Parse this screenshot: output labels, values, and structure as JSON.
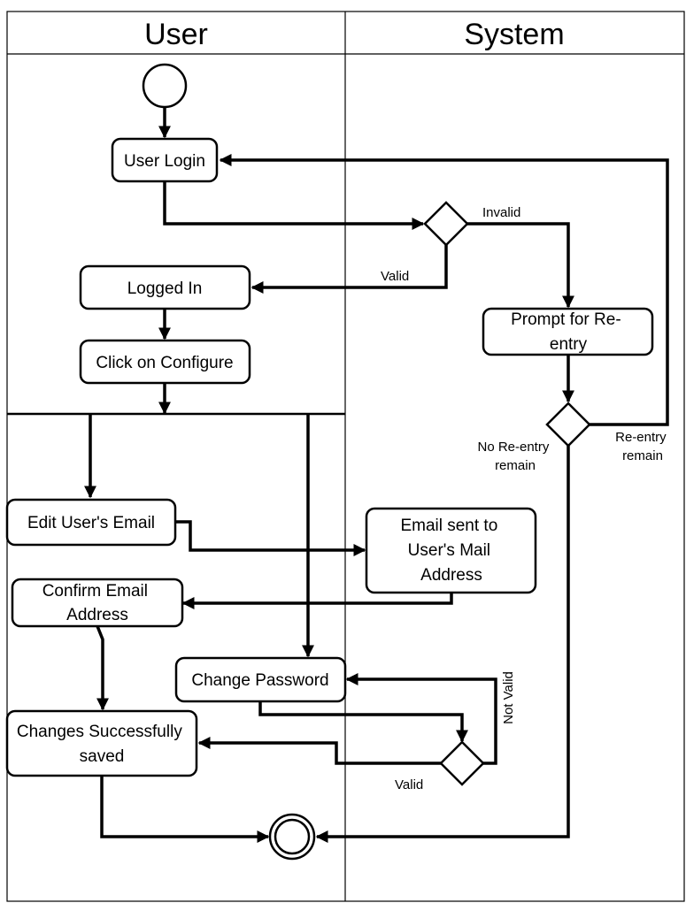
{
  "lanes": {
    "user": "User",
    "system": "System"
  },
  "activities": {
    "user_login": "User Login",
    "logged_in": "Logged In",
    "click_configure": "Click on Configure",
    "prompt_reentry": [
      "Prompt for Re-",
      "entry"
    ],
    "edit_email": "Edit User's Email",
    "email_sent": [
      "Email sent to",
      "User's Mail",
      "Address"
    ],
    "confirm_email": [
      "Confirm Email",
      "Address"
    ],
    "change_password": "Change Password",
    "changes_saved": [
      "Changes Successfully",
      "saved"
    ]
  },
  "guards": {
    "invalid": "Invalid",
    "valid_login": "Valid",
    "no_reentry": [
      "No Re-entry",
      "remain"
    ],
    "reentry": [
      "Re-entry",
      "remain"
    ],
    "not_valid": "Not Valid",
    "valid_password": "Valid"
  }
}
